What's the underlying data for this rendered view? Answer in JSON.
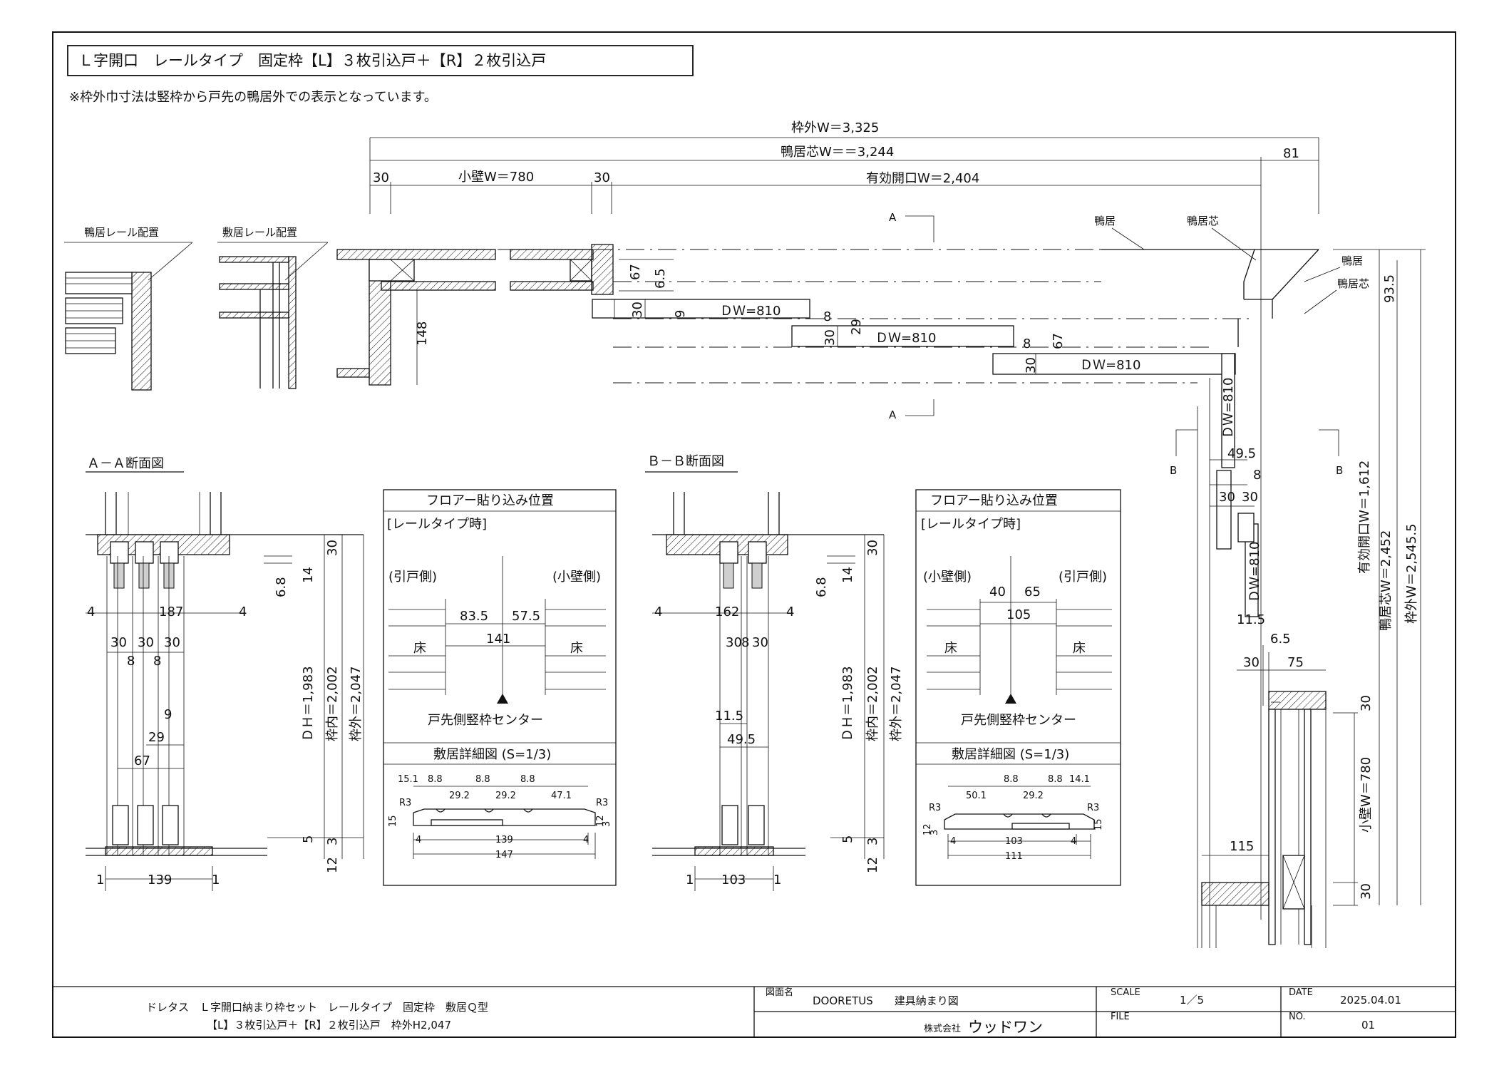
{
  "title": "Ｌ字開口　レールタイプ　固定枠【L】３枚引込戸＋【R】２枚引込戸",
  "note": "※枠外巾寸法は竪枠から戸先の鴨居外での表示となっています。",
  "plan": {
    "dims": {
      "outer_w": "枠外W＝3,325",
      "rail_center_w": "鴨居芯W＝＝3,244",
      "d81": "81",
      "d30a": "30",
      "small_wall_w": "小壁W＝780",
      "d30b": "30",
      "effective_w": "有効開口W＝2,404"
    },
    "labels": {
      "kamoi": "鴨居",
      "kamoi_center": "鴨居芯",
      "kamoi_r": "鴨居",
      "kamoi_center_r": "鴨居芯",
      "section_a_top": "A",
      "section_a_bottom": "A",
      "section_b_left": "B",
      "section_b_right": "B",
      "d67a": "67",
      "d6_5a": "6.5",
      "d148": "148",
      "d30_1": "30",
      "d9": "9",
      "dw1": "ＤＷ=810",
      "d8_1": "8",
      "d30_2": "30",
      "d29": "29",
      "dw2": "ＤＷ=810",
      "d8_2": "8",
      "d67b": "67",
      "d30_3": "30",
      "dw3": "ＤＷ=810",
      "dw4": "ＤＷ=810",
      "d93_5": "93.5"
    },
    "inset_left_title": "鴨居レール配置",
    "inset_right_title": "敷居レール配置"
  },
  "right_elev": {
    "d49_5": "49.5",
    "d8": "8",
    "d30a": "30",
    "d30b": "30",
    "dw5": "ＤＷ=810",
    "d11_5": "11.5",
    "d6_5": "6.5",
    "d30c": "30",
    "d75": "75",
    "d30d": "30",
    "small_wall": "小壁W＝780",
    "d115": "115",
    "d30e": "30",
    "eff_h": "有効開口W＝1,612",
    "rail_h": "鴨居芯W＝2,452",
    "outer_h": "枠外W＝2,545.5"
  },
  "section_aa": {
    "title": "Ａ－Ａ断面図",
    "d4a": "4",
    "d187": "187",
    "d4b": "4",
    "d30a": "30",
    "d30b": "30",
    "d30c": "30",
    "d8a": "8",
    "d8b": "8",
    "d9": "9",
    "d29": "29",
    "d67": "67",
    "d6_8": "6.8",
    "d14": "14",
    "d30top": "30",
    "dh": "ＤＨ＝1,983",
    "inner": "枠内＝2,002",
    "outer": "枠外＝2,047",
    "d5": "5",
    "d3": "3",
    "d12": "12",
    "d1a": "1",
    "d139": "139",
    "d1b": "1"
  },
  "section_bb": {
    "title": "Ｂ－Ｂ断面図",
    "d4a": "4",
    "d162": "162",
    "d4b": "4",
    "d30a": "30",
    "d8": "8",
    "d30b": "30",
    "d11_5": "11.5",
    "d49_5": "49.5",
    "d6_8": "6.8",
    "d14": "14",
    "d30top": "30",
    "dh": "ＤＨ＝1,983",
    "inner": "枠内＝2,002",
    "outer": "枠外＝2,047",
    "d5": "5",
    "d3": "3",
    "d12": "12",
    "d1a": "1",
    "d103": "103",
    "d1b": "1"
  },
  "floor_box_a": {
    "title": "フロアー貼り込み位置",
    "subtitle": "[レールタイプ時]",
    "left_side": "(引戸側)",
    "right_side": "(小壁側)",
    "v1": "83.5",
    "v2": "57.5",
    "v3": "141",
    "floor_l": "床",
    "floor_r": "床",
    "center": "戸先側竪枠センター",
    "detail_title": "敷居詳細図 (S=1/3)",
    "s1": "15.1",
    "s2": "8.8",
    "s3": "8.8",
    "s4": "8.8",
    "s5": "29.2",
    "s6": "29.2",
    "s7": "47.1",
    "r3a": "R3",
    "r3b": "R3",
    "h15": "15",
    "h12": "12",
    "h3": "3",
    "d4a": "4",
    "d139": "139",
    "d4b": "4",
    "d147": "147"
  },
  "floor_box_b": {
    "title": "フロアー貼り込み位置",
    "subtitle": "[レールタイプ時]",
    "left_side": "(小壁側)",
    "right_side": "(引戸側)",
    "v1": "40",
    "v2": "65",
    "v3": "105",
    "floor_l": "床",
    "floor_r": "床",
    "center": "戸先側竪枠センター",
    "detail_title": "敷居詳細図 (S=1/3)",
    "s1": "8.8",
    "s2": "8.8",
    "s3": "14.1",
    "s4": "50.1",
    "s5": "29.2",
    "r3a": "R3",
    "r3b": "R3",
    "h15": "15",
    "h12": "12",
    "h3": "3",
    "d4a": "4",
    "d103": "103",
    "d4b": "4",
    "d111": "111"
  },
  "title_block": {
    "line1": "ドレタス　Ｌ字開口納まり枠セット　レールタイプ　固定枠　敷居Ｑ型",
    "line2": "【L】３枚引込戸＋【R】２枚引込戸　枠外H2,047",
    "drawing_name_label": "図面名",
    "drawing_name": "DOORETUS　　建具納まり図",
    "company_prefix": "株式会社",
    "company": "ウッドワン",
    "scale_label": "SCALE",
    "scale": "1／5",
    "file_label": "FILE",
    "date_label": "DATE",
    "date": "2025.04.01",
    "no_label": "NO.",
    "no": "01"
  }
}
